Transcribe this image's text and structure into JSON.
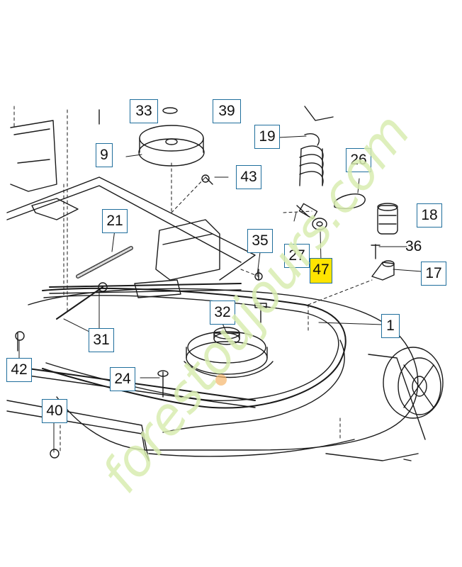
{
  "callouts": {
    "c33": "33",
    "c39": "39",
    "c9": "9",
    "c19": "19",
    "c26": "26",
    "c43": "43",
    "c18": "18",
    "c21": "21",
    "c35": "35",
    "c27": "27",
    "c47": "47",
    "c36": "36",
    "c17": "17",
    "c32": "32",
    "c1": "1",
    "c31": "31",
    "c42": "42",
    "c24": "24",
    "c40": "40"
  },
  "highlight_color": "#ffe400",
  "callout_border_color": "#1f6e9c",
  "watermark": {
    "text": "forestoujours.com",
    "color": "#d8ecb0"
  }
}
